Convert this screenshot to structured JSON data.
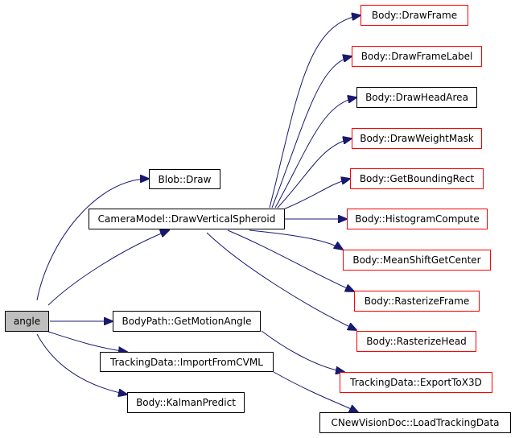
{
  "colors": {
    "edge": "#191970",
    "red_border": "#ff0000",
    "black_border": "#000000",
    "root_fill": "#bfbfbf"
  },
  "nodes": {
    "angle": "angle",
    "blob_draw": "Blob::Draw",
    "camera_draw_vs": "CameraModel::DrawVerticalSpheroid",
    "bodypath_gma": "BodyPath::GetMotionAngle",
    "td_import": "TrackingData::ImportFromCVML",
    "body_kalman": "Body::KalmanPredict",
    "body_drawframe": "Body::DrawFrame",
    "body_drawframelabel": "Body::DrawFrameLabel",
    "body_drawheadarea": "Body::DrawHeadArea",
    "body_drawweightmask": "Body::DrawWeightMask",
    "body_getbr": "Body::GetBoundingRect",
    "body_histcompute": "Body::HistogramCompute",
    "body_msgc": "Body::MeanShiftGetCenter",
    "body_rastframe": "Body::RasterizeFrame",
    "body_rasthead": "Body::RasterizeHead",
    "td_export": "TrackingData::ExportToX3D",
    "cnv_loadtd": "CNewVisionDoc::LoadTrackingData"
  }
}
